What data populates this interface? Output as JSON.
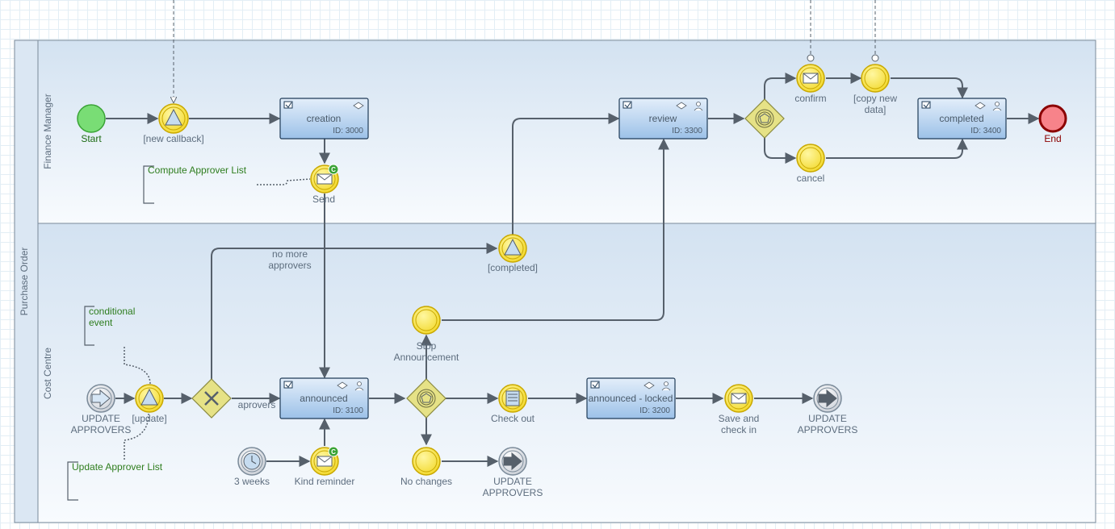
{
  "pool": {
    "label": "Purchase Order"
  },
  "lanes": {
    "finance": "Finance Manager",
    "cost": "Cost Centre"
  },
  "tasks": {
    "creation": {
      "name": "creation",
      "id": "ID: 3000"
    },
    "review": {
      "name": "review",
      "id": "ID: 3300"
    },
    "completed": {
      "name": "completed",
      "id": "ID: 3400"
    },
    "announced": {
      "name": "announced",
      "id": "ID: 3100"
    },
    "locked": {
      "name": "announced - locked",
      "id": "ID: 3200"
    }
  },
  "events": {
    "start": "Start",
    "new_callback": "[new callback]",
    "send": "Send",
    "confirm": "confirm",
    "copy_new_data_1": "[copy new",
    "copy_new_data_2": "data]",
    "cancel": "cancel",
    "end": "End",
    "completed_signal": "[completed]",
    "stop_1": "Stop",
    "stop_2": "Announcement",
    "update_approvers_start_1": "UPDATE",
    "update_approvers_start_2": "APPROVERS",
    "update": "[update]",
    "three_weeks": "3 weeks",
    "kind_reminder": "Kind reminder",
    "no_changes": "No changes",
    "update_approvers_mid_1": "UPDATE",
    "update_approvers_mid_2": "APPROVERS",
    "check_out": "Check out",
    "save_1": "Save and",
    "save_2": "check in",
    "update_approvers_end_1": "UPDATE",
    "update_approvers_end_2": "APPROVERS"
  },
  "flows": {
    "no_more_1": "no more",
    "no_more_2": "approvers",
    "aprovers": "aprovers"
  },
  "annotations": {
    "compute": "Compute Approver List",
    "conditional_1": "conditional",
    "conditional_2": "event",
    "update_list": "Update Approver List"
  },
  "colors": {
    "event_fill": "#f7e84a",
    "event_stroke": "#c9a800",
    "start_fill": "#7ee07a",
    "end_fill": "#f7838a",
    "task_fill": "#b8d3ee",
    "gateway_fill": "#e6e286",
    "lane_fill": "#dbe7f3"
  }
}
